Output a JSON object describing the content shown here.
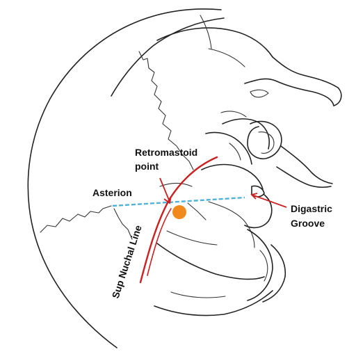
{
  "labels": {
    "retromastoid_line1": "Retromastoid",
    "retromastoid_line2": "point",
    "asterion": "Asterion",
    "digastric_line1": "Digastric",
    "digastric_line2": "Groove",
    "sup_nuchal_line": "Sup Nuchal Line"
  },
  "colors": {
    "nuchal_line": "#cc1f1f",
    "asterion_line": "#4fb3d9",
    "retromastoid_point": "#f08a1c",
    "arrow": "#cc1f1f",
    "sketch": "#222222"
  }
}
